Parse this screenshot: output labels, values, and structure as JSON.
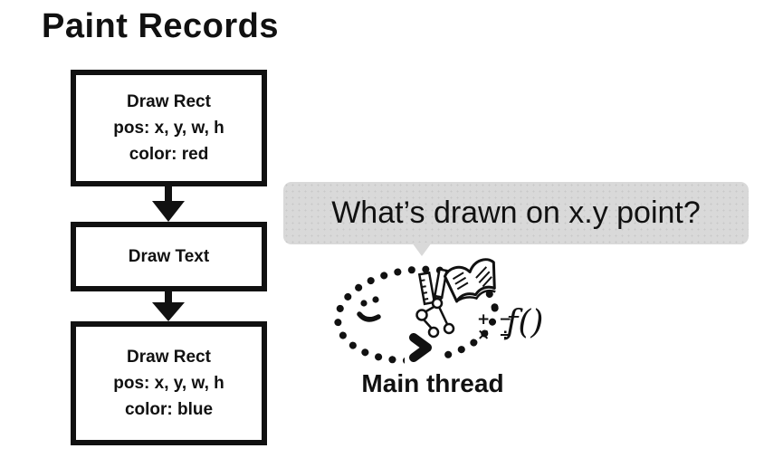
{
  "page": {
    "background": "#ffffff",
    "ink_color": "#111111"
  },
  "title": "Paint Records",
  "flowchart": {
    "boxes": [
      {
        "lines": [
          "Draw Rect",
          "pos: x, y, w, h",
          "color: red"
        ]
      },
      {
        "lines": [
          "Draw Text"
        ]
      },
      {
        "lines": [
          "Draw Rect",
          "pos: x, y, w, h",
          "color: blue"
        ]
      }
    ]
  },
  "bubble": {
    "text": "What’s drawn on x.y point?",
    "bg_color": "#d9d9d9",
    "text_color": "#111111"
  },
  "doodle": {
    "label": "Main thread",
    "math_row1": "+ −",
    "math_row2": "× ÷",
    "function_text": "f()",
    "icons": [
      "dotted-loop",
      "smiley-face",
      "chevron-arrow",
      "ruler",
      "pencil",
      "open-book",
      "tree-diagram",
      "math-symbols",
      "function-notation"
    ]
  }
}
